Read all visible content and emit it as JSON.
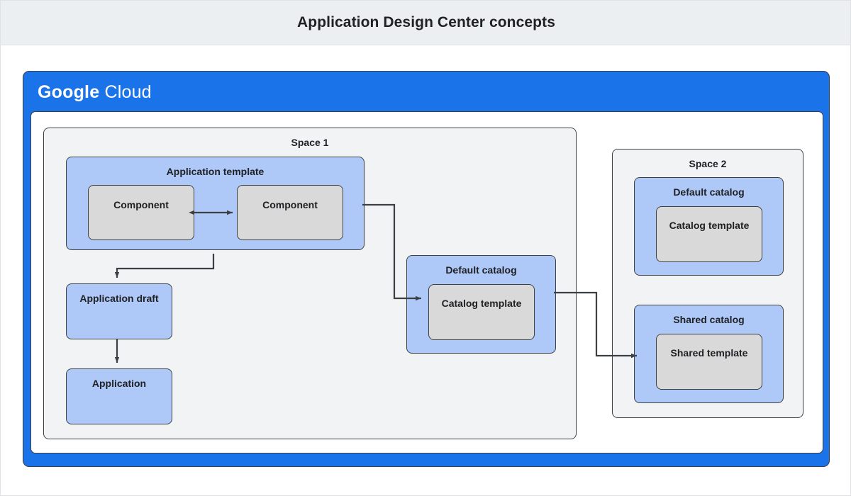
{
  "banner": {
    "title": "Application Design Center concepts"
  },
  "cloud_frame": {
    "logo_primary": "Google",
    "logo_secondary": "Cloud",
    "brand_color": "#1a73e8"
  },
  "palette": {
    "blue_fill": "#aec8f8",
    "gray_fill": "#d9d9d9",
    "space_fill": "#f1f3f4",
    "stroke": "#3c4043",
    "banner_fill": "#eceff1",
    "text": "#202124"
  },
  "spaces": [
    {
      "id": "space-1",
      "label": "Space 1",
      "nodes": [
        {
          "id": "application-template",
          "label": "Application template",
          "kind": "blue",
          "children": [
            {
              "id": "component-left",
              "label": "Component",
              "kind": "gray"
            },
            {
              "id": "component-right",
              "label": "Component",
              "kind": "gray"
            }
          ]
        },
        {
          "id": "application-draft",
          "label": "Application draft",
          "kind": "blue",
          "children": []
        },
        {
          "id": "application",
          "label": "Application",
          "kind": "blue",
          "children": []
        },
        {
          "id": "default-catalog-space-1",
          "label": "Default catalog",
          "kind": "blue",
          "children": [
            {
              "id": "catalog-template-space-1",
              "label": "Catalog template",
              "kind": "gray"
            }
          ]
        }
      ]
    },
    {
      "id": "space-2",
      "label": "Space 2",
      "nodes": [
        {
          "id": "default-catalog-space-2",
          "label": "Default catalog",
          "kind": "blue",
          "children": [
            {
              "id": "catalog-template-space-2",
              "label": "Catalog template",
              "kind": "gray"
            }
          ]
        },
        {
          "id": "shared-catalog",
          "label": "Shared catalog",
          "kind": "blue",
          "children": [
            {
              "id": "shared-template",
              "label": "Shared template",
              "kind": "gray"
            }
          ]
        }
      ]
    }
  ],
  "connectors": [
    {
      "id": "component-to-component",
      "from": "component-left",
      "to": "component-right",
      "arrow": "both"
    },
    {
      "id": "template-to-draft",
      "from": "application-template",
      "to": "application-draft",
      "arrow": "end"
    },
    {
      "id": "draft-to-application",
      "from": "application-draft",
      "to": "application",
      "arrow": "end"
    },
    {
      "id": "template-to-default-catalog",
      "from": "application-template",
      "to": "catalog-template-space-1",
      "arrow": "end"
    },
    {
      "id": "default-catalog-to-shared-catalog",
      "from": "default-catalog-space-1",
      "to": "shared-template",
      "arrow": "end"
    }
  ]
}
